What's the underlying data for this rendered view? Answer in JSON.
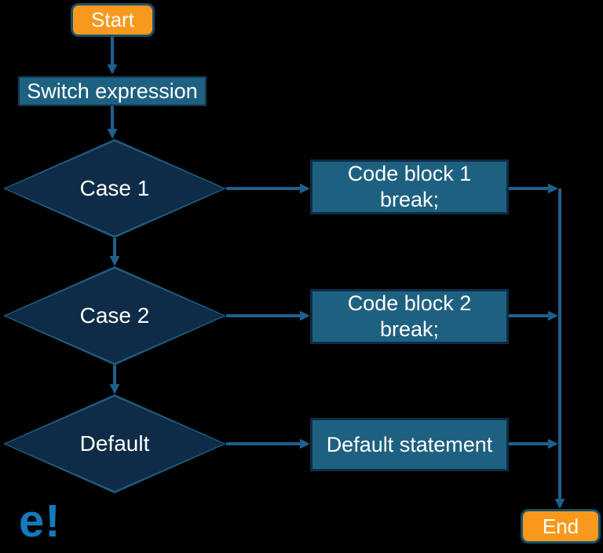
{
  "diagram": {
    "description": "Flowchart of a switch statement",
    "nodes": {
      "start": {
        "label": "Start",
        "type": "terminator"
      },
      "switch_expression": {
        "label": "Switch expression",
        "type": "process"
      },
      "case1": {
        "label": "Case 1",
        "type": "decision"
      },
      "case2": {
        "label": "Case 2",
        "type": "decision"
      },
      "default_case": {
        "label": "Default",
        "type": "decision"
      },
      "code_block1": {
        "line1": "Code block 1",
        "line2": "break;",
        "type": "process"
      },
      "code_block2": {
        "line1": "Code block 2",
        "line2": "break;",
        "type": "process"
      },
      "default_statement": {
        "label": "Default statement",
        "type": "process"
      },
      "end": {
        "label": "End",
        "type": "terminator"
      }
    },
    "edges": [
      "start -> switch_expression",
      "switch_expression -> case1",
      "case1 -> code_block1",
      "case1 -> case2",
      "case2 -> code_block2",
      "case2 -> default_case",
      "default_case -> default_statement",
      "code_block1 -> end",
      "code_block2 -> end",
      "default_statement -> end"
    ],
    "logo": {
      "text": "e!"
    },
    "colors": {
      "background": "#000000",
      "terminator_fill": "#F8991D",
      "terminator_border": "#17506C",
      "process_fill": "#1E6080",
      "process_border": "#0E2C47",
      "decision_fill": "#0E2C47",
      "decision_border": "#1D5C7E",
      "arrow": "#1D608F",
      "logo_blue": "#137ABD",
      "text": "#FFFFFF"
    }
  }
}
